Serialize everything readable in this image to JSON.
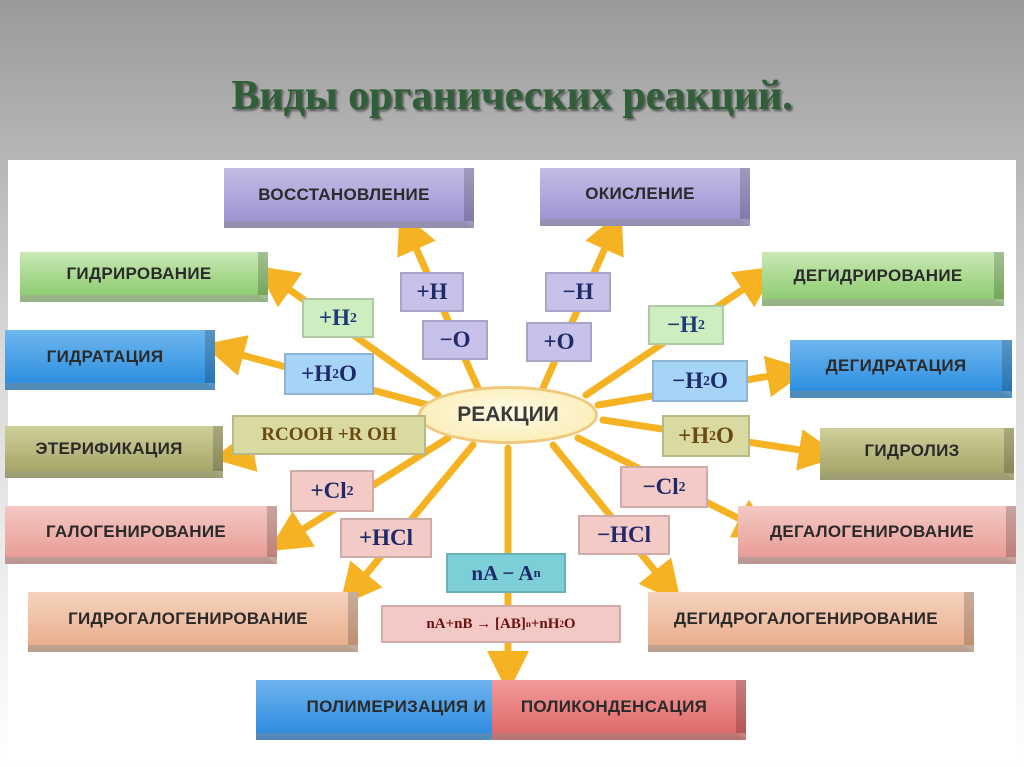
{
  "title": "Виды органических реакций.",
  "center": "РЕАКЦИИ",
  "reactions": {
    "reduction": "ВОССТАНОВЛЕНИЕ",
    "oxidation": "ОКИСЛЕНИЕ",
    "hydrogenation": "ГИДРИРОВАНИЕ",
    "dehydrogenation": "ДЕГИДРИРОВАНИЕ",
    "hydration": "ГИДРАТАЦИЯ",
    "dehydration": "ДЕГИДРАТАЦИЯ",
    "esterification": "ЭТЕРИФИКАЦИЯ",
    "hydrolysis": "ГИДРОЛИЗ",
    "halogenation": "ГАЛОГЕНИРОВАНИЕ",
    "dehalogenation": "ДЕГАЛОГЕНИРОВАНИЕ",
    "hydrohalogenation": "ГИДРОГАЛОГЕНИРОВАНИЕ",
    "dehydrohalogenation": "ДЕГИДРОГАЛОГЕНИРОВАНИЕ",
    "polymerization": "ПОЛИМЕРИЗАЦИЯ И",
    "polycondensation": "ПОЛИКОНДЕНСАЦИЯ"
  },
  "formulas": {
    "plus_h": "+H",
    "minus_o": "−O",
    "minus_h": "−H",
    "plus_o": "+O",
    "plus_h2": "+H",
    "minus_h2": "−H",
    "plus_h2o": "+H",
    "minus_h2o": "−H",
    "hydrolysis_h2o": "+H",
    "rcooh": "RCOOH +R OH",
    "plus_cl2": "+Cl",
    "minus_cl2": "−Cl",
    "plus_hcl": "+HCl",
    "minus_hcl": "−HCl",
    "polymer": "nA − A",
    "polycond": "nA+nB → [AB]",
    "polycond_tail": "+nH"
  },
  "subscripts": {
    "two": "2",
    "n": "n",
    "o": "O"
  },
  "colors": {
    "arrow": "#f5b324",
    "title": "#2f5f36"
  }
}
